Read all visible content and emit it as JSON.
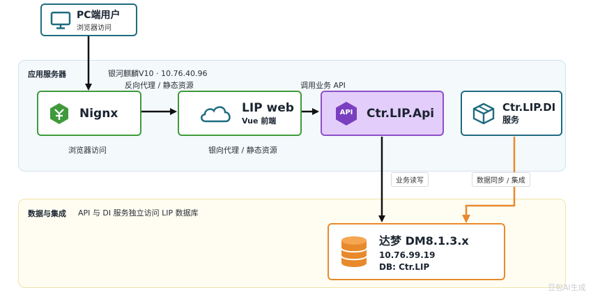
{
  "pc_user": {
    "title": "PC端用户",
    "subtitle": "浏览器访问"
  },
  "app_zone": {
    "title": "应用服务器",
    "server_info": "银河麒麟V10 · 10.76.40.96"
  },
  "labels": {
    "reverse_proxy_top": "反向代理 / 静态资源",
    "call_api": "调用业务 API",
    "browser_access": "浏览器访问",
    "reverse_proxy_bottom": "银向代理 / 静态资源"
  },
  "nginx": {
    "title": "Nignx"
  },
  "lip_web": {
    "title": "LIP web",
    "subtitle": "Vue 前端"
  },
  "api": {
    "icon_text": "API",
    "title": "Ctr.LIP.Api"
  },
  "di": {
    "title": "Ctr.LIP.DI",
    "subtitle": "服务"
  },
  "tags": {
    "biz_rw": "业务读写",
    "data_sync": "数据同步 / 集成"
  },
  "data_zone": {
    "title": "数据与集成",
    "note": "API 与 DI 服务独立访问 LIP 数据库"
  },
  "db": {
    "title": "达梦 DM8.1.3.x",
    "ip": "10.76.99.19",
    "db_name": "DB: Ctr.LIP"
  },
  "watermark": "豆包AI生成",
  "colors": {
    "teal": "#1f6b80",
    "green": "#3f9a3c",
    "purple": "#8e4fc9",
    "purple_fill": "#e3cdfa",
    "orange": "#e8892c"
  }
}
